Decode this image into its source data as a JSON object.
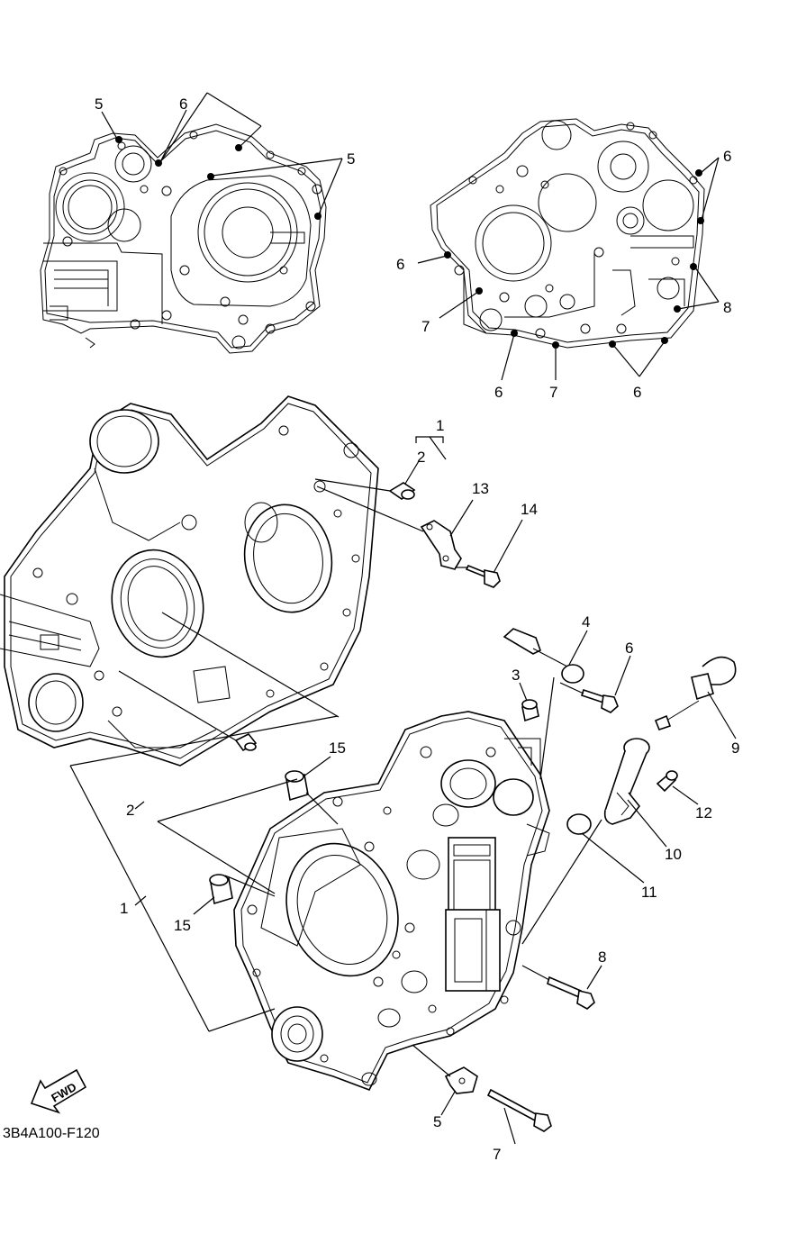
{
  "diagram": {
    "code": "3B4A100-F120",
    "fwd_label": "FWD",
    "callouts": {
      "top_left_5a": "5",
      "top_left_6": "6",
      "top_left_5b": "5",
      "top_right_6a": "6",
      "top_right_6b": "6",
      "top_right_7a": "7",
      "top_right_8": "8",
      "top_right_6c": "6",
      "top_right_7b": "7",
      "top_right_6d": "6",
      "p1_top": "1",
      "p2_top": "2",
      "p13": "13",
      "p14": "14",
      "p4": "4",
      "p3": "3",
      "p6": "6",
      "p9": "9",
      "p15a": "15",
      "p2_left": "2",
      "p12": "12",
      "p10": "10",
      "p11": "11",
      "p1_left": "1",
      "p15b": "15",
      "p8": "8",
      "p5": "5",
      "p7": "7"
    }
  }
}
